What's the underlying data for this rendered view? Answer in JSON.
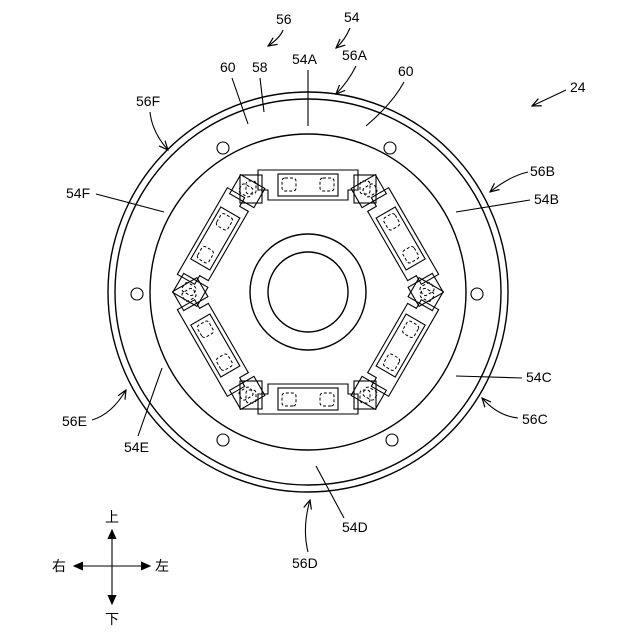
{
  "figure_number": "24",
  "labels": {
    "l56": "56",
    "l54": "54",
    "l54A": "54A",
    "l56A": "56A",
    "l60a": "60",
    "l58": "58",
    "l60b": "60",
    "l56F": "56F",
    "l54F": "54F",
    "l56B": "56B",
    "l54B": "54B",
    "l54C": "54C",
    "l56C": "56C",
    "l56E": "56E",
    "l54E": "54E",
    "l54D": "54D",
    "l56D": "56D"
  },
  "directions": {
    "up": "上",
    "down": "下",
    "right": "右",
    "left": "左"
  }
}
